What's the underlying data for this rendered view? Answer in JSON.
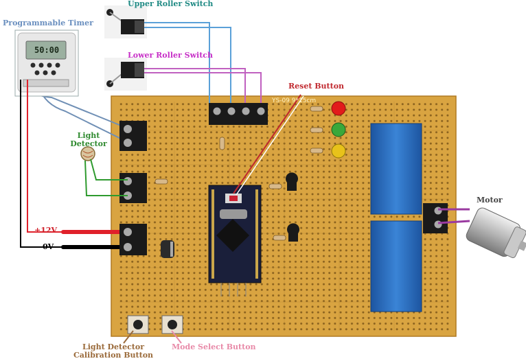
{
  "labels": {
    "programmable_timer": "Programmable Timer",
    "timer_display": "50:00",
    "upper_roller_switch": "Upper Roller Switch",
    "lower_roller_switch": "Lower Roller Switch",
    "reset_button": "Reset Button",
    "light_detector_line1": "Light",
    "light_detector_line2": "Detector",
    "motor": "Motor",
    "plus_12v": "+12V",
    "zero_v": "0V",
    "calibration_button_line1": "Light Detector",
    "calibration_button_line2": "Calibration Button",
    "mode_select_button": "Mode Select Button",
    "board_marking": "YS-09   9*15cm"
  },
  "colors": {
    "timer_label": "#6a8fbf",
    "upper_switch_label": "#1f8a84",
    "lower_switch_label": "#c72fc7",
    "reset_label": "#c0282e",
    "light_detector_label": "#2f8a2f",
    "motor_label": "#444444",
    "plus12_label": "#d0202a",
    "zero_label": "#000000",
    "calibration_label": "#9a6a3a",
    "mode_label": "#e88aa8",
    "board": "#d9a441",
    "wire_timer": "#6f8fb5",
    "wire_upper": "#5aa0d8",
    "wire_lower": "#c060c0",
    "wire_ldr": "#2e9a2e",
    "wire_red": "#e0202a",
    "wire_black": "#000000",
    "wire_reset": "#c0282e",
    "wire_motor": "#9a3aa0",
    "led_red": "#e21b1b",
    "led_green": "#3aa83a",
    "led_yellow": "#e8c21a",
    "relay": "#2a6fc2"
  }
}
